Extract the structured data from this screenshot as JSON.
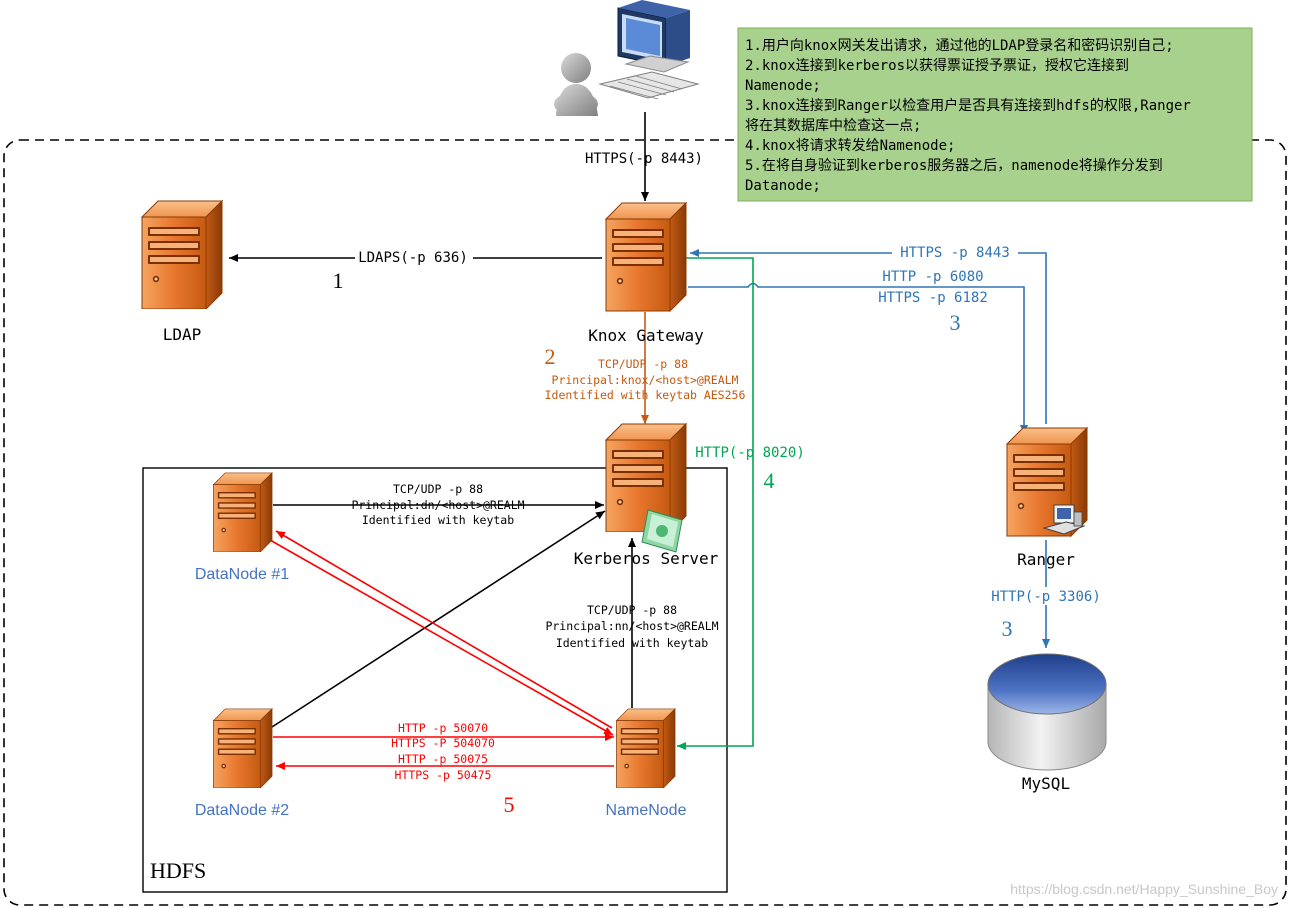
{
  "nodes": {
    "ldap": "LDAP",
    "knox": "Knox Gateway",
    "kerberos": "Kerberos Server",
    "ranger": "Ranger",
    "mysql": "MySQL",
    "datanode1": "DataNode #1",
    "datanode2": "DataNode #2",
    "namenode": "NameNode"
  },
  "regions": {
    "hdfs": "HDFS"
  },
  "steps": {
    "s1": "1",
    "s2": "2",
    "s3a": "3",
    "s3b": "3",
    "s4": "4",
    "s5": "5"
  },
  "notes": {
    "line1": "1.用户向knox网关发出请求，通过他的LDAP登录名和密码识别自己;",
    "line2": "2.knox连接到kerberos以获得票证授予票证，授权它连接到",
    "line3": "Namenode;",
    "line4": "3.knox连接到Ranger以检查用户是否具有连接到hdfs的权限,Ranger",
    "line5": "将在其数据库中检查这一点;",
    "line6": "4.knox将请求转发给Namenode;",
    "line7": "5.在将自身验证到kerberos服务器之后，namenode将操作分发到",
    "line8": "Datanode;"
  },
  "labels": {
    "https_client": "HTTPS(-p 8443)",
    "ldaps": "LDAPS(-p 636)",
    "knox_krb_1": "TCP/UDP -p 88",
    "knox_krb_2": "Principal:knox/<host>@REALM",
    "knox_krb_3": "Identified with keytab AES256",
    "ranger_1": "HTTPS -p 8443",
    "ranger_2": "HTTP -p 6080",
    "ranger_3": "HTTPS -p 6182",
    "http_8020": "HTTP(-p 8020)",
    "dn_krb_1": "TCP/UDP -p 88",
    "dn_krb_2": "Principal:dn/<host>@REALM",
    "dn_krb_3": "Identified with keytab",
    "nn_krb_1": "TCP/UDP -p 88",
    "nn_krb_2": "Principal:nn/<host>@REALM",
    "nn_krb_3": "Identified with keytab",
    "dn2_nn_1": "HTTP -p 50070",
    "dn2_nn_2": "HTTPS -P 504070",
    "dn2_nn_3": "HTTP -p 50075",
    "dn2_nn_4": "HTTPS -p 50475",
    "mysql_port": "HTTP(-p 3306)"
  },
  "watermark": "https://blog.csdn.net/Happy_Sunshine_Boy",
  "colors": {
    "black": "#000000",
    "orange": "#c55a11",
    "blue": "#2e75b6",
    "green": "#00a651",
    "red": "#ff0000",
    "node_blue": "#4472c4",
    "note_bg": "#a9d18e"
  }
}
